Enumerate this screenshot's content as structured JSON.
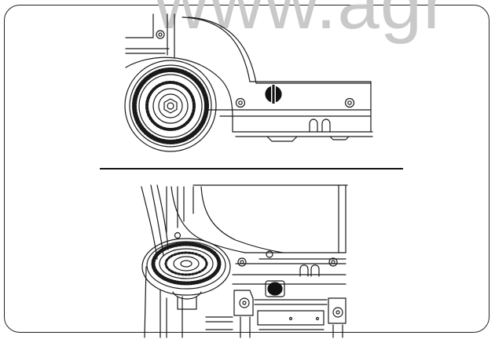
{
  "watermark": {
    "text": "www.agr"
  },
  "figure": {
    "top_view": "side-view-wheel-housing",
    "bottom_view": "underside-view-wheel-housing"
  }
}
